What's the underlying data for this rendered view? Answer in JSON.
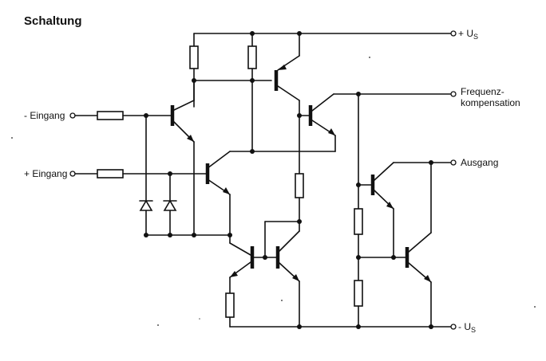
{
  "title": "Schaltung",
  "labels": {
    "neg_input": "- Eingang",
    "pos_input": "+ Eingang",
    "vs_pos_prefix": "+ U",
    "vs_pos_sub": "S",
    "vs_neg_prefix": "- U",
    "vs_neg_sub": "S",
    "freq_line1": "Frequenz-",
    "freq_line2": "kompensation",
    "output": "Ausgang"
  }
}
